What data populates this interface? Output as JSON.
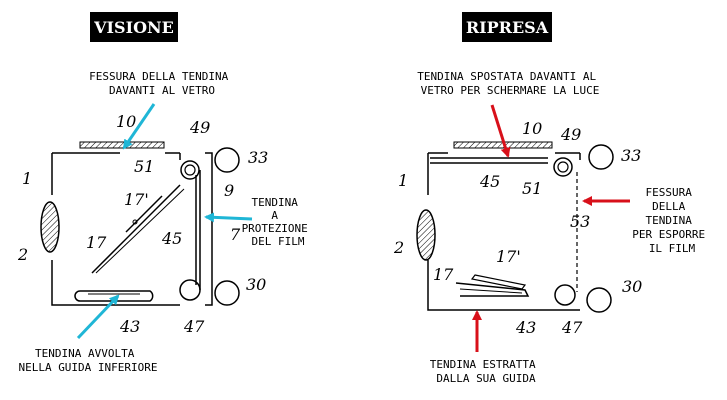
{
  "left": {
    "title": "VISIONE",
    "caption_top": [
      "FESSURA DELLA TENDINA",
      "DAVANTI AL VETRO"
    ],
    "caption_right": [
      "TENDINA",
      "A",
      "PROTEZIONE",
      "DEL FILM"
    ],
    "caption_bottom": [
      "TENDINA AVVOLTA",
      "NELLA GUIDA INFERIORE"
    ],
    "labels": {
      "n10": "10",
      "n49": "49",
      "n33": "33",
      "n51": "51",
      "n1": "1",
      "n17p": "17'",
      "n9": "9",
      "n2": "2",
      "n45": "45",
      "n7": "7",
      "n17": "17",
      "n30": "30",
      "n43": "43",
      "n47": "47"
    }
  },
  "right": {
    "title": "RIPRESA",
    "caption_top": [
      "TENDINA SPOSTATA DAVANTI AL",
      "VETRO PER SCHERMARE LA LUCE"
    ],
    "caption_right": [
      "FESSURA",
      "DELLA",
      "TENDINA",
      "PER ESPORRE",
      "IL FILM"
    ],
    "caption_bottom": [
      "TENDINA ESTRATTA",
      "DALLA SUA GUIDA"
    ],
    "labels": {
      "n10": "10",
      "n49": "49",
      "n33": "33",
      "n1": "1",
      "n45": "45",
      "n51": "51",
      "n53": "53",
      "n2": "2",
      "n17p": "17'",
      "n17": "17",
      "n30": "30",
      "n43": "43",
      "n47": "47"
    }
  },
  "colors": {
    "left_arrow": "#1fb6d6",
    "right_arrow": "#d8101a",
    "header_bg": "#000000"
  }
}
